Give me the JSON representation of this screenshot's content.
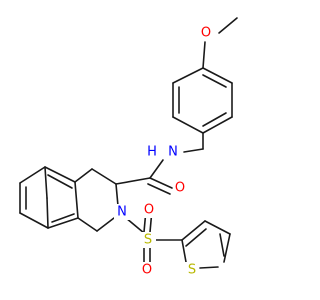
{
  "molecule": {
    "atoms": {
      "methoxy_o": {
        "label": "O",
        "color": "#ff0000"
      },
      "amide_n": {
        "label": "N",
        "color": "#0000ff"
      },
      "amide_h": {
        "label": "H",
        "color": "#0000ff"
      },
      "carbonyl_o": {
        "label": "O",
        "color": "#ff0000"
      },
      "ring_n": {
        "label": "N",
        "color": "#0000ff"
      },
      "sulfonyl_s": {
        "label": "S",
        "color": "#b8b800"
      },
      "sulfonyl_o_left": {
        "label": "O",
        "color": "#ff0000"
      },
      "sulfonyl_o_bottom": {
        "label": "O",
        "color": "#ff0000"
      },
      "thiophene_s": {
        "label": "S",
        "color": "#b8b800"
      }
    },
    "bond_color": "#1a1a1a"
  }
}
